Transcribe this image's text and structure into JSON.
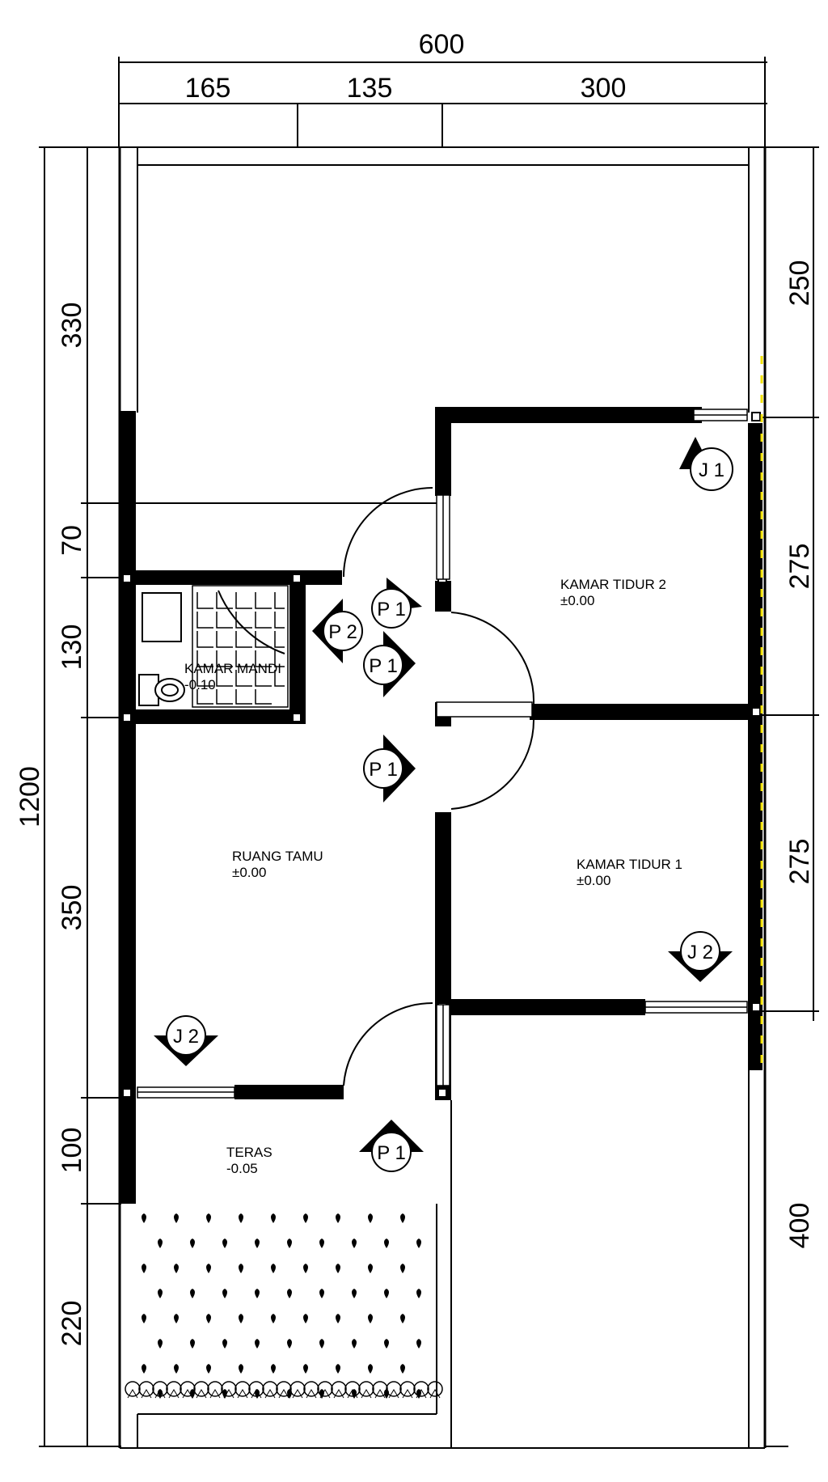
{
  "dimensions": {
    "total_width": "600",
    "top_segments": [
      "165",
      "135",
      "300"
    ],
    "total_height": "1200",
    "left_segments": [
      "330",
      "70",
      "130",
      "350",
      "100",
      "220"
    ],
    "right_segments": [
      "250",
      "275",
      "275",
      "400"
    ]
  },
  "rooms": {
    "kamar_tidur_2": {
      "name": "KAMAR TIDUR 2",
      "level": "±0.00"
    },
    "kamar_tidur_1": {
      "name": "KAMAR TIDUR 1",
      "level": "±0.00"
    },
    "kamar_mandi": {
      "name": "KAMAR MANDI",
      "level": "-0.10"
    },
    "ruang_tamu": {
      "name": "RUANG TAMU",
      "level": "±0.00"
    },
    "teras": {
      "name": "TERAS",
      "level": "-0.05"
    }
  },
  "tags": {
    "j1": "J 1",
    "j2_bedroom": "J 2",
    "j2_living": "J 2",
    "p1_top": "P 1",
    "p2": "P 2",
    "p1_mid": "P 1",
    "p1_low": "P 1",
    "p1_teras": "P 1"
  },
  "colors": {
    "line": "#000000",
    "accent": "#f2e200"
  }
}
